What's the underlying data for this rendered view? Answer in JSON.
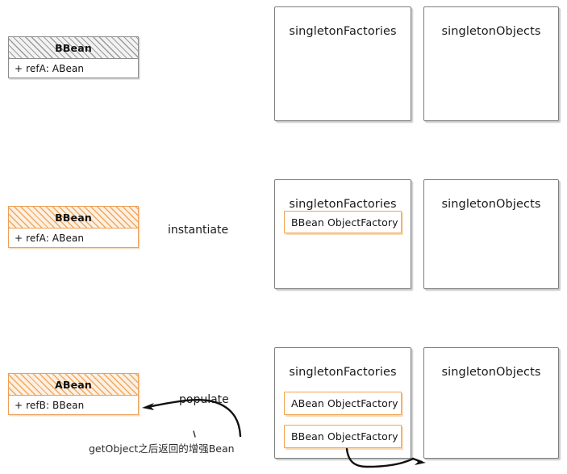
{
  "diagram": {
    "title": "Spring singleton factories / circular dependency flow",
    "colors": {
      "orange_border": "#f0a44f",
      "orange_hatch": "#f0a85f",
      "grey_border": "#8d8d8d",
      "grey_hatch": "#9a9a9a",
      "box_border": "#7e7e7e",
      "text": "#1b1b1b",
      "arrow": "#111111",
      "background": "#ffffff"
    },
    "rows": [
      {
        "id": "row-1",
        "uml": {
          "name": "BBean",
          "field": "+ refA: ABean",
          "style": "grey"
        },
        "action_label": "",
        "singleton_factories": {
          "title": "singletonFactories",
          "entries": []
        },
        "singleton_objects": {
          "title": "singletonObjects",
          "entries": []
        }
      },
      {
        "id": "row-2",
        "uml": {
          "name": "BBean",
          "field": "+ refA: ABean",
          "style": "orange"
        },
        "action_label": "instantiate",
        "singleton_factories": {
          "title": "singletonFactories",
          "entries": [
            "BBean ObjectFactory"
          ]
        },
        "singleton_objects": {
          "title": "singletonObjects",
          "entries": []
        }
      },
      {
        "id": "row-3",
        "uml": {
          "name": "ABean",
          "field": "+ refB: BBean",
          "style": "orange"
        },
        "action_label": "populate",
        "annotation": "getObject之后返回的增强Bean",
        "singleton_factories": {
          "title": "singletonFactories",
          "entries": [
            "ABean ObjectFactory",
            "BBean ObjectFactory"
          ]
        },
        "singleton_objects": {
          "title": "singletonObjects",
          "entries": []
        }
      }
    ]
  }
}
